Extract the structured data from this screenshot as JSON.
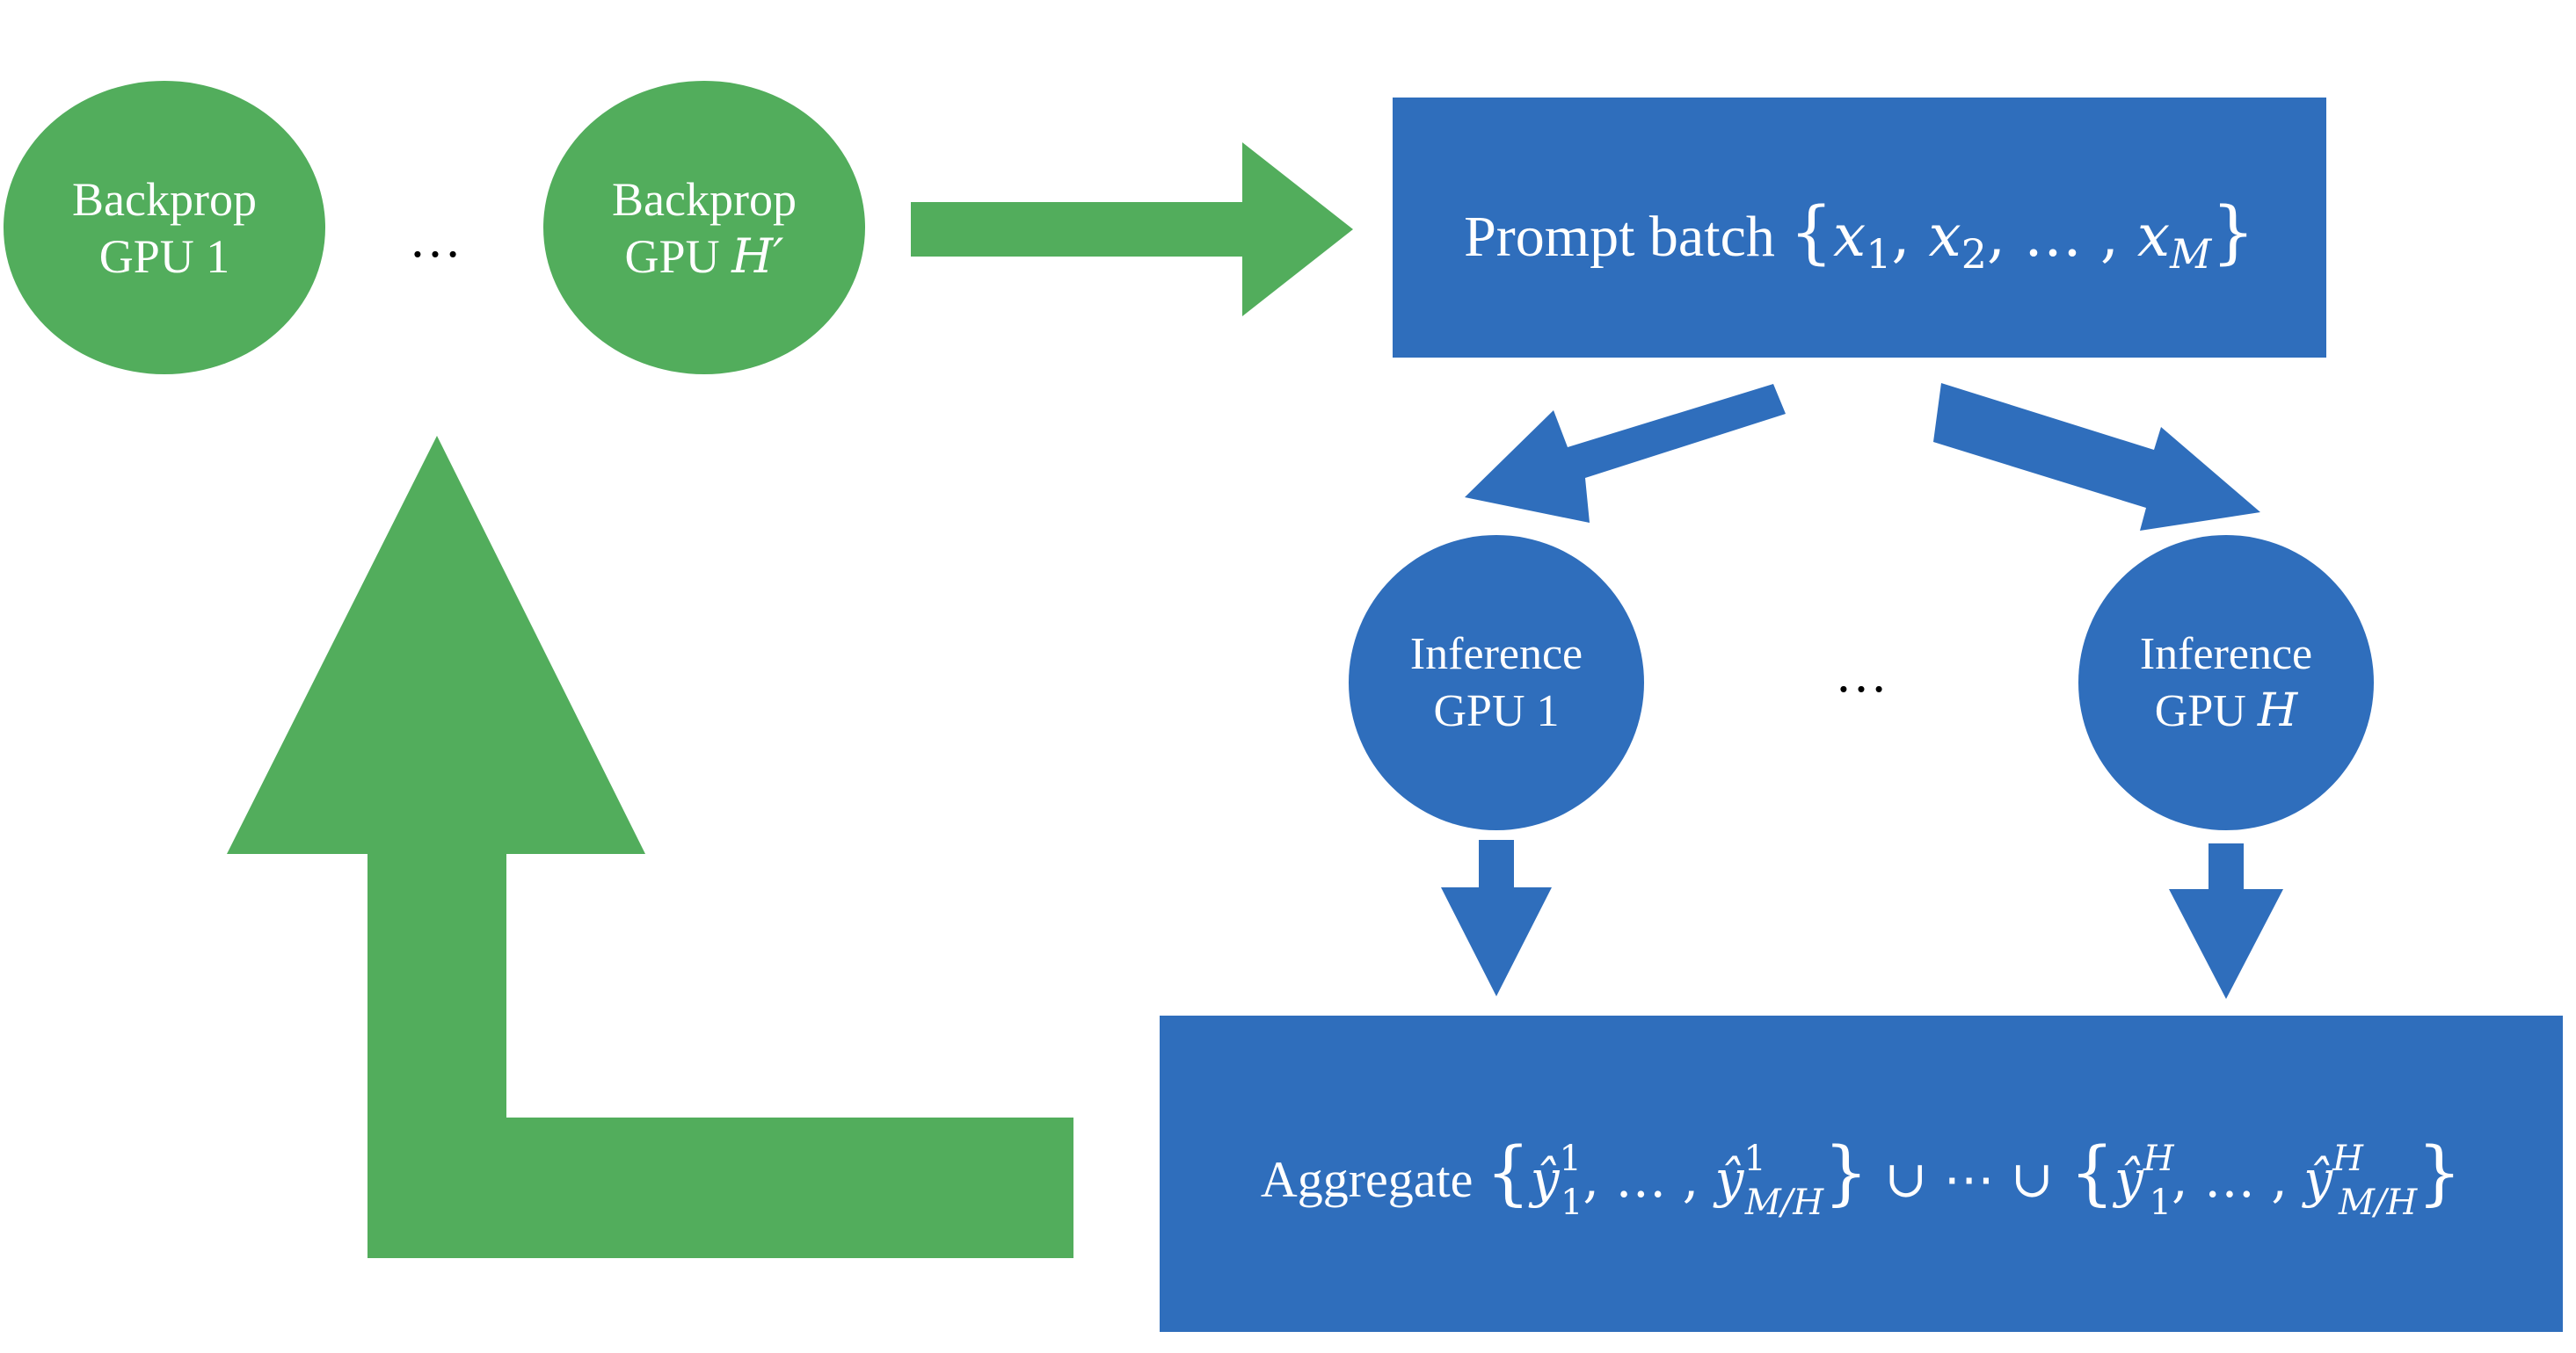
{
  "colors": {
    "green": "#52ad5c",
    "blue": "#2f6ebc",
    "text_on_shape": "#ffffff",
    "ellipsis": "#000000"
  },
  "backprop_gpus": {
    "first": {
      "line1": "Backprop",
      "line2": "GPU 1"
    },
    "last": {
      "line1": "Backprop",
      "line2_prefix": "GPU ",
      "line2_var": "H′"
    },
    "ellipsis": "…"
  },
  "prompt_batch": {
    "label": "Prompt batch ",
    "set_open": "{",
    "x1": "x",
    "x1_sub": "1",
    "sep1": ", ",
    "x2": "x",
    "x2_sub": "2",
    "sep2": ", … , ",
    "xm": "x",
    "xm_sub": "M",
    "set_close": "}"
  },
  "inference_gpus": {
    "first": {
      "line1": "Inference",
      "line2": "GPU 1"
    },
    "last": {
      "line1": "Inference",
      "line2_prefix": "GPU ",
      "line2_var": "H"
    },
    "ellipsis": "…"
  },
  "aggregate": {
    "label": "Aggregate ",
    "set_open": "{",
    "y": "ŷ",
    "first_set": {
      "a_sup": "1",
      "a_sub": "1",
      "sep": ", … , ",
      "b_sup": "1",
      "b_sub": "M/H"
    },
    "set_close": "}",
    "union_middle": " ∪ ⋯ ∪ ",
    "last_set": {
      "a_sup": "H",
      "a_sub": "1",
      "sep": ", … , ",
      "b_sup": "H",
      "b_sub": "M/H"
    }
  },
  "icons": [
    "arrow-right-icon",
    "arrow-down-left-icon",
    "arrow-down-right-icon",
    "arrow-down-icon",
    "arrow-down-icon",
    "arrow-up-bent-icon"
  ]
}
